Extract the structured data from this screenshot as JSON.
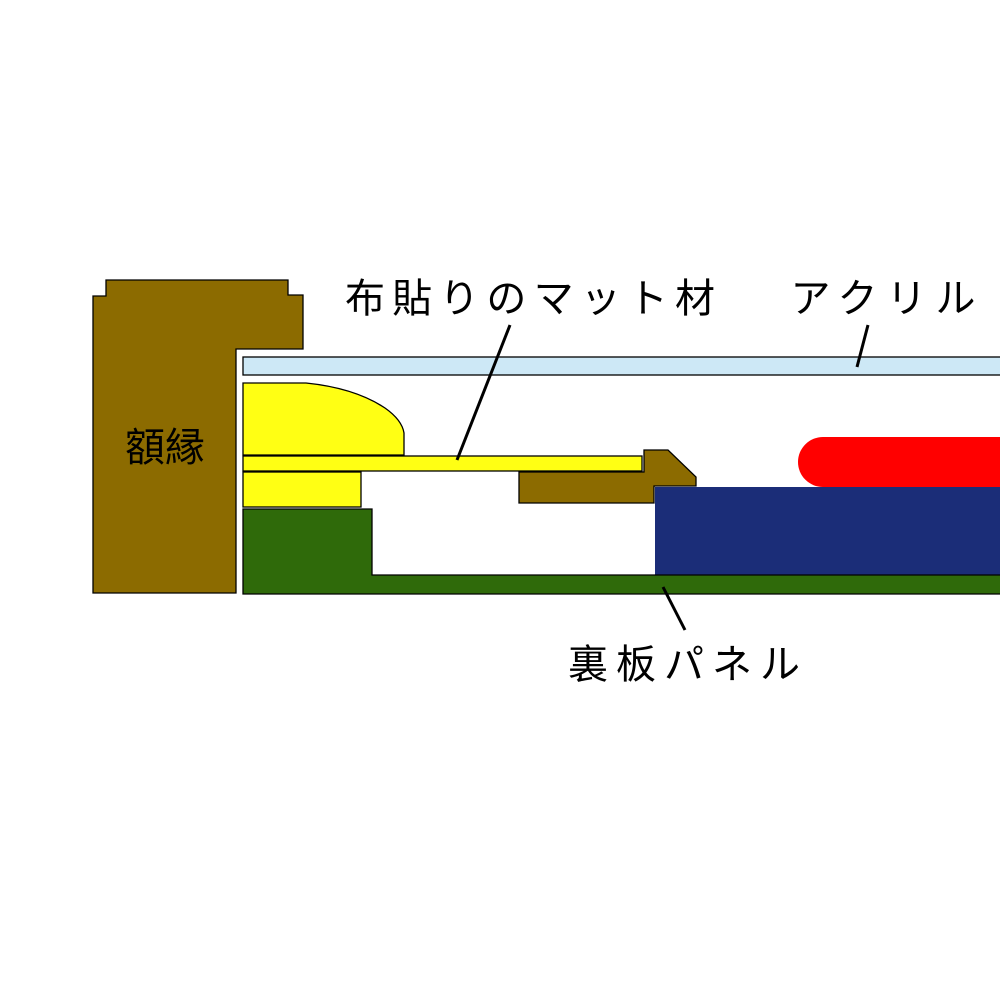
{
  "labels": {
    "frame": "額縁",
    "mat": "布貼りのマット材",
    "acrylic": "アクリル",
    "back_panel": "裏板パネル"
  },
  "colors": {
    "frame": "#8c6b00",
    "acrylic": "#cde8f6",
    "mat": "#ffff14",
    "back_panel": "#2f6a0a",
    "artwork_mount": "#1b2d78",
    "artwork_accent": "#ff0000",
    "background": "#ffffff"
  }
}
